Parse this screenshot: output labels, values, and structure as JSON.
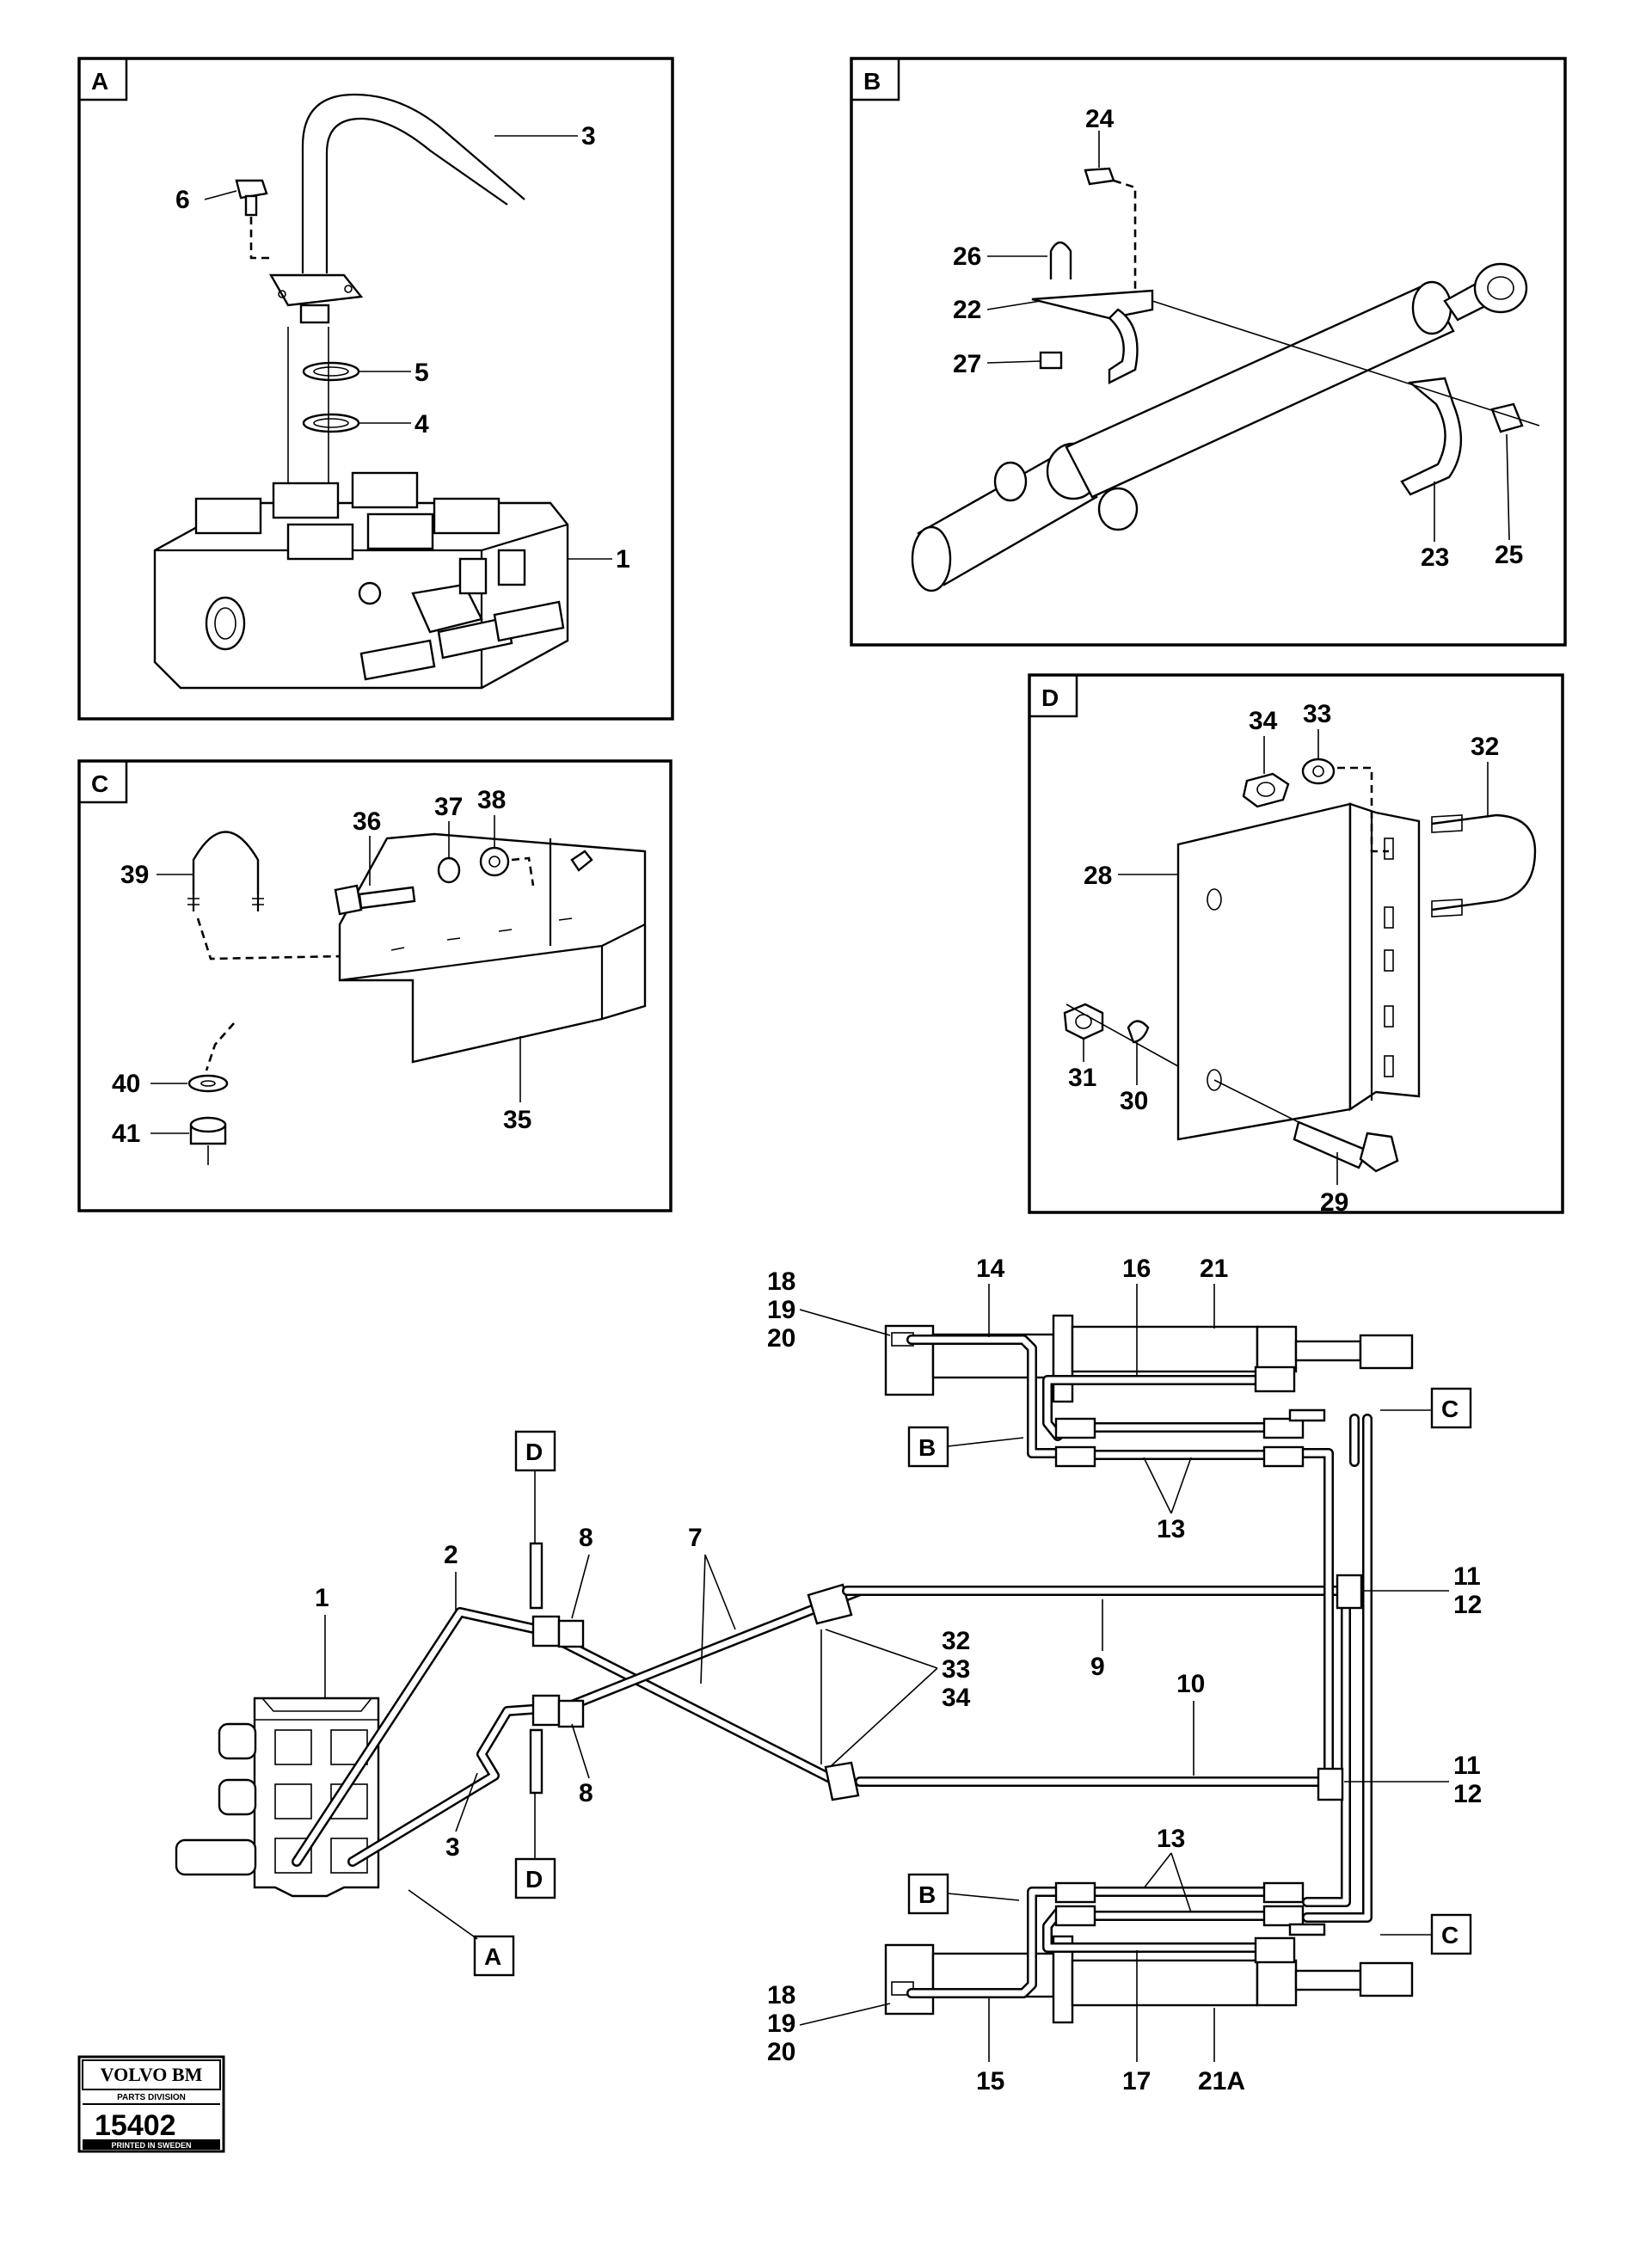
{
  "panels": {
    "A": {
      "letter": "A",
      "labels": [
        "3",
        "6",
        "5",
        "4",
        "1"
      ]
    },
    "B": {
      "letter": "B",
      "labels": [
        "24",
        "26",
        "22",
        "27",
        "23",
        "25"
      ]
    },
    "C": {
      "letter": "C",
      "labels": [
        "39",
        "36",
        "37",
        "38",
        "40",
        "41",
        "35"
      ]
    },
    "D": {
      "letter": "D",
      "labels": [
        "34",
        "33",
        "32",
        "28",
        "31",
        "30",
        "29"
      ]
    }
  },
  "overview": {
    "refs": {
      "A": "A",
      "B": "B",
      "C": "C",
      "D": "D"
    },
    "labels": {
      "p18": "18",
      "p19": "19",
      "p20": "20",
      "p14": "14",
      "p16": "16",
      "p21": "21",
      "p13": "13",
      "p7": "7",
      "p2": "2",
      "p8": "8",
      "p1": "1",
      "p9": "9",
      "p10": "10",
      "p11": "11",
      "p12": "12",
      "p32": "32",
      "p33": "33",
      "p34": "34",
      "p3": "3",
      "p15": "15",
      "p17": "17",
      "p21A": "21A"
    }
  },
  "stamp": {
    "brand": "VOLVO BM",
    "division": "PARTS DIVISION",
    "number": "15402",
    "printed": "PRINTED IN SWEDEN"
  }
}
